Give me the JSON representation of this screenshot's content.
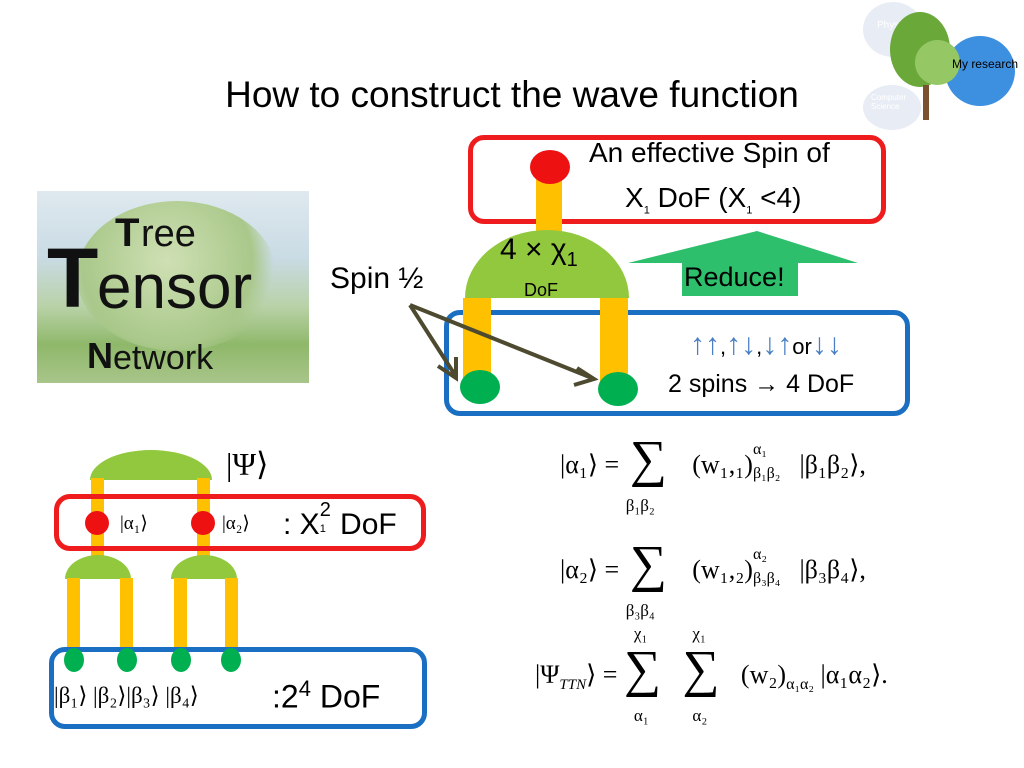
{
  "title": "How to construct the wave function",
  "logo": {
    "circle1": "Physics",
    "circle2": "My research",
    "circle3": "Computer Science"
  },
  "ttn_image": {
    "line1_cap": "T",
    "line1_rest": "ree",
    "line2_cap": "T",
    "line2_rest": "ensor",
    "line3_cap": "N",
    "line3_rest": "etwork"
  },
  "top_diagram": {
    "effective_line1": "An effective Spin of",
    "effective_line2_a": "X",
    "effective_line2_sub1": "1",
    "effective_line2_b": " DoF (X",
    "effective_line2_sub2": "1",
    "effective_line2_c": " <4)",
    "dome_label": "4 × χ",
    "dome_sub": "1",
    "dome_dof": "DoF",
    "reduce": "Reduce!",
    "spin_label": "Spin ½",
    "spin_states": [
      "↑↑",
      ",",
      "↑↓",
      ",",
      "↓↑",
      "or",
      "↓↓"
    ],
    "spins_text": "2 spins → 4 DoF"
  },
  "bottom_diagram": {
    "psi": "|Ψ⟩",
    "alpha1": "|α₁⟩",
    "alpha2": "|α₂⟩",
    "alpha_dof_a": ": X",
    "alpha_dof_sup": "2",
    "alpha_dof_sub": "1",
    "alpha_dof_b": " DoF",
    "betas": "|β₁⟩ |β₂⟩|β₃⟩ |β₄⟩",
    "beta_dof_a": ":2",
    "beta_dof_sup": "4",
    "beta_dof_b": " DoF"
  },
  "equations": {
    "eq1_lhs": "|α₁⟩ =",
    "eq1_sum_sub": "β₁β₂",
    "eq1_w": "(w₁,₁)",
    "eq1_sup": "α₁",
    "eq1_sub": "β₁β₂",
    "eq1_ket": "|β₁β₂⟩,",
    "eq2_lhs": "|α₂⟩ =",
    "eq2_sum_sub": "β₃β₄",
    "eq2_w": "(w₁,₂)",
    "eq2_sup": "α₂",
    "eq2_sub": "β₃β₄",
    "eq2_ket": "|β₃β₄⟩,",
    "eq3_lhs": "|Ψ",
    "eq3_lhs_sub": "TTN",
    "eq3_lhs_end": "⟩ =",
    "eq3_sum1_top": "χ₁",
    "eq3_sum1_sub": "α₁",
    "eq3_sum2_top": "χ₁",
    "eq3_sum2_sub": "α₂",
    "eq3_w": "(w₂)",
    "eq3_sub": "α₁α₂",
    "eq3_ket": "|α₁α₂⟩."
  },
  "colors": {
    "red": "#ee1c1c",
    "blue": "#1b6fc2",
    "orange": "#ffc000",
    "green_node": "#00b050",
    "dome": "#92c83e",
    "arrow_green": "#2dbf6c",
    "spin_arrow": "#4a7fc4"
  }
}
